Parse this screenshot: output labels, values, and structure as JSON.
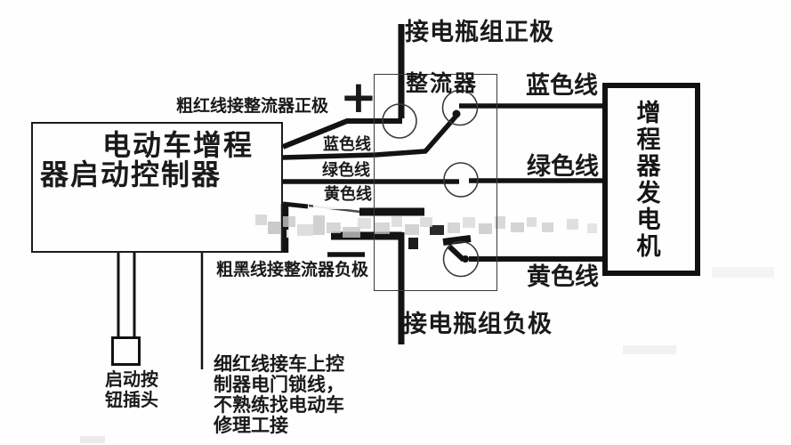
{
  "labels": {
    "battery_positive": "接电瓶组正极",
    "battery_negative": "接电瓶组负极",
    "rectifier": "整流器",
    "generator": "增程器发电机",
    "controller_title": "电动车增程\n器启动控制器",
    "red_wire_note": "粗红线接整流器正极",
    "black_wire_note": "粗黑线接整流器负极",
    "thin_red_wire_note": "细红线接车上控\n制器电门锁线，\n不熟练找电动车\n修理工接",
    "start_button_plug": "启动按\n钮插头",
    "plus_symbol": "+"
  },
  "wire_labels_left": {
    "blue": "蓝色线",
    "green": "绿色线",
    "yellow": "黄色线"
  },
  "wire_labels_right": {
    "blue": "蓝色线",
    "green": "绿色线",
    "yellow": "黄色线"
  },
  "colors": {
    "wire": "#131313",
    "box_border": "#111111",
    "terminal_ring": "#3a3a3a",
    "background": "#fefefe",
    "mosaic_gray": "#c9c9c9"
  }
}
